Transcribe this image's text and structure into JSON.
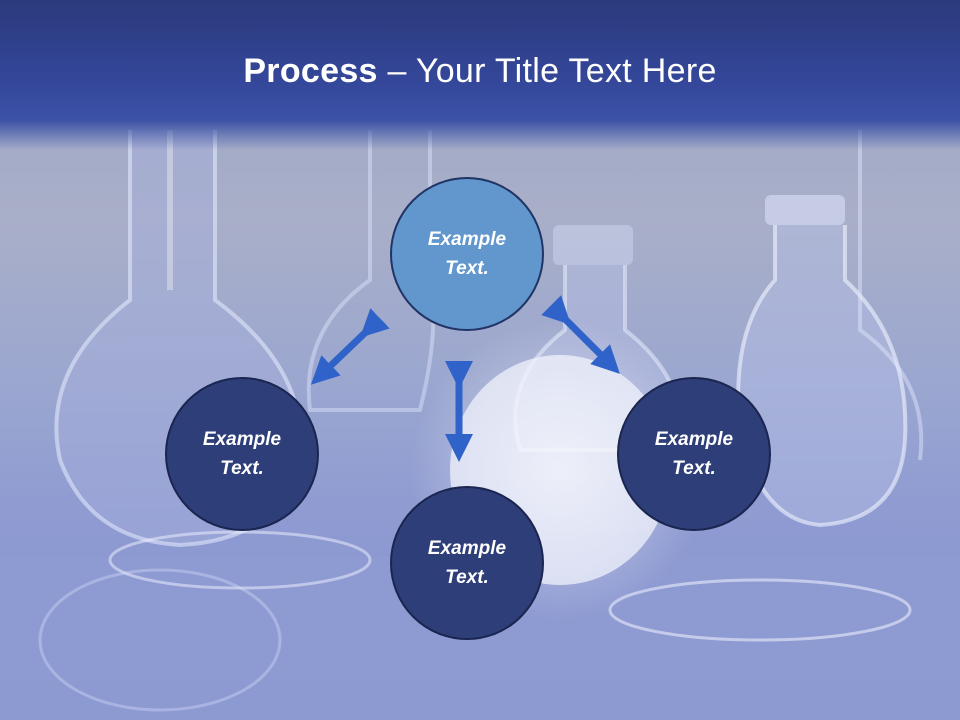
{
  "slide": {
    "title_bold": "Process",
    "title_rest": " – Your Title Text Here"
  },
  "diagram": {
    "nodes": [
      {
        "id": "top",
        "label": "Example Text.",
        "style": "light"
      },
      {
        "id": "left",
        "label": "Example Text.",
        "style": "dark"
      },
      {
        "id": "bottom",
        "label": "Example Text.",
        "style": "dark"
      },
      {
        "id": "right",
        "label": "Example Text.",
        "style": "dark"
      }
    ],
    "connectors": [
      {
        "from": "top",
        "to": "left",
        "type": "double-arrow"
      },
      {
        "from": "top",
        "to": "right",
        "type": "double-arrow"
      },
      {
        "from": "top",
        "to": "bottom",
        "type": "double-arrow"
      }
    ]
  },
  "colors": {
    "title_bar": "#34479a",
    "node_dark": "#2e3e78",
    "node_light": "#6197cc",
    "arrow": "#2f63c9"
  }
}
